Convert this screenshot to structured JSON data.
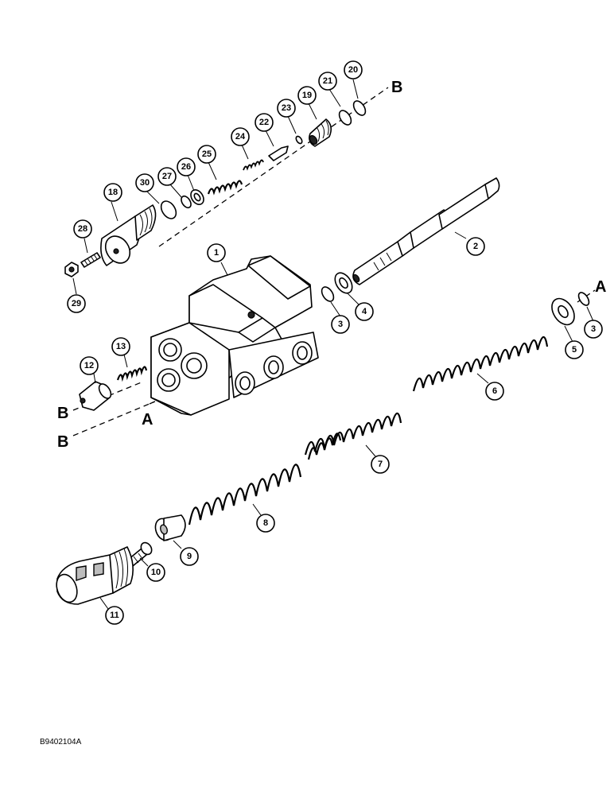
{
  "figure_code": "B9402104A",
  "reference_letters": {
    "a": "A",
    "b": "B"
  },
  "callouts": {
    "c1": "1",
    "c2": "2",
    "c3a": "3",
    "c3b": "3",
    "c4": "4",
    "c5": "5",
    "c6": "6",
    "c7": "7",
    "c8": "8",
    "c9": "9",
    "c10": "10",
    "c11": "11",
    "c12": "12",
    "c13": "13",
    "c18": "18",
    "c19": "19",
    "c20": "20",
    "c21": "21",
    "c22": "22",
    "c23": "23",
    "c24": "24",
    "c25": "25",
    "c26": "26",
    "c27": "27",
    "c28": "28",
    "c29": "29",
    "c30": "30"
  }
}
